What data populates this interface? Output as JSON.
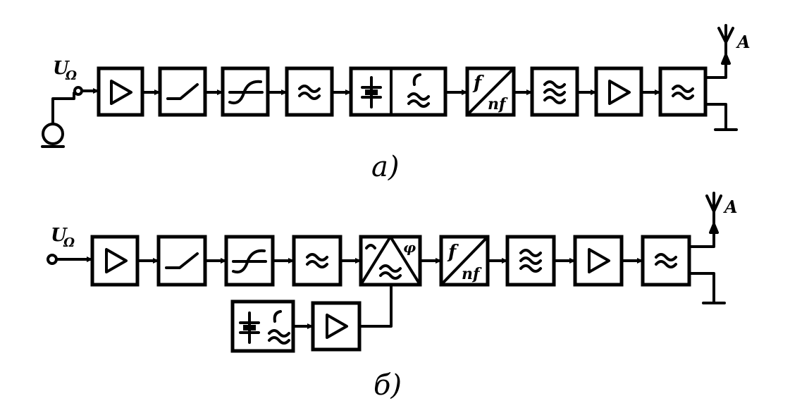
{
  "diagram_a": {
    "caption": "a)",
    "input_label": "U",
    "input_sub": "Ω",
    "antenna_label": "A",
    "mult_top": "f",
    "mult_bottom": "nf"
  },
  "diagram_b": {
    "caption": "б)",
    "input_label": "U",
    "input_sub": "Ω",
    "antenna_label": "A",
    "mult_top": "f",
    "mult_bottom": "nf",
    "mod_symbol": "φ"
  },
  "colors": {
    "ink": "#000000",
    "paper": "#ffffff"
  }
}
